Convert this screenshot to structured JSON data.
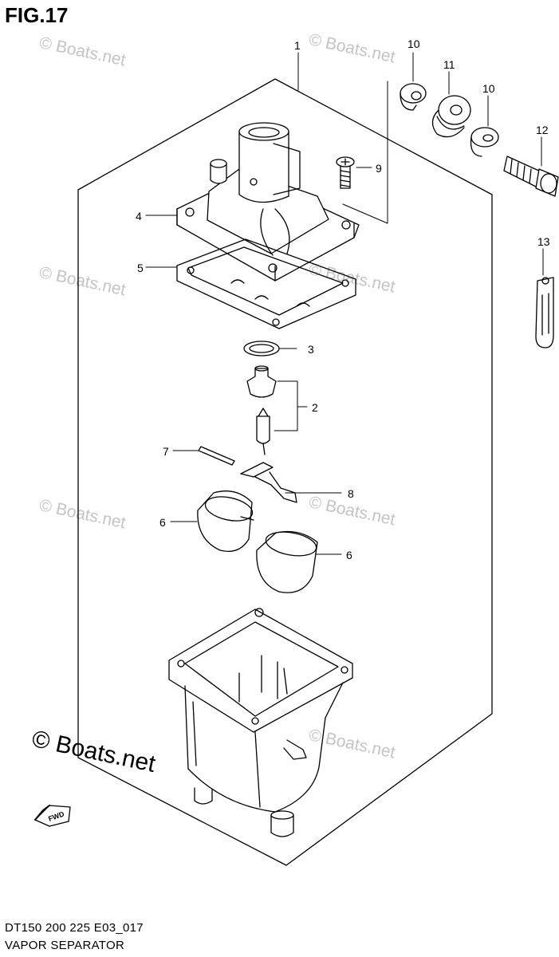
{
  "figure": {
    "title": "FIG.17",
    "code": "DT150 200 225 E03_017",
    "name": "VAPOR SEPARATOR"
  },
  "watermark": {
    "text": "© Boats.net",
    "big_text": "© Boats.net"
  },
  "callouts": [
    "1",
    "2",
    "3",
    "4",
    "5",
    "6",
    "6",
    "7",
    "8",
    "9",
    "10",
    "10",
    "11",
    "12",
    "13"
  ],
  "fwd_label": "FWD",
  "colors": {
    "line": "#000000",
    "watermark": "#c4c4c4",
    "background": "#ffffff"
  }
}
